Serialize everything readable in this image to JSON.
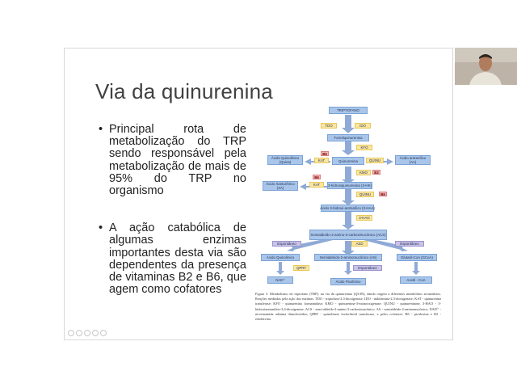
{
  "slide": {
    "title": "Via da quinurenina",
    "bullets": [
      "Principal rota de metabolização do TRP sendo responsável pela metabolização de mais de 95% do TRP no organismo",
      "A ação catabólica de algumas enzimas importantes desta via são dependentes da presença de vitaminas B2 e B6, que agem como cofatores"
    ],
    "bullet_symbol": "•"
  },
  "diagram": {
    "nodes": {
      "triptofano": "TRIPTOFANO",
      "tdo": "TDO",
      "ido": "IDO",
      "formilquinurenina": "Formilquinurenina",
      "kfo": "KFO",
      "acido_quinolinico_top": "Ácido Quinolínico (Quina)",
      "b6_a": "B6",
      "kat_a": "KAT",
      "quinurenina": "Quinurenina",
      "quinu_a": "QUINU",
      "acido_antranilico": "Ácido antranílico (AA)",
      "kmo": "KMO",
      "b2": "B2",
      "b6_b": "B6",
      "hidroxiquinurenina": "3-hidroxiquinurenina (3-HK)",
      "acido_xanturenico": "Ácido Xanturênico (XA)",
      "kat_b": "KAT",
      "quinu_b": "QUINU",
      "b6_c": "B6",
      "hidroxiantranilico": "Ácido 3-hidroxi-antranílico (3-HAA)",
      "haoo": "3-HAO",
      "semialdeido": "Semialdeído-2-amino-3-carboximucônico (ACS)",
      "espontaneo_a": "Espontâneo",
      "acmsd": "ASD",
      "espontaneo_b": "Espontâneo",
      "acido_quinolinico": "Ácido Quinolínico",
      "semialdeido_aminomuconico": "Semialdeído-2-aminomucônico (AS)",
      "glutaril": "Glutaril-CoA (GCoA)",
      "qprt": "QPRT",
      "espontaneo_c": "Espontâneo",
      "nad": "NAD⁺",
      "acido_picolinico": "Ácido Picolínico",
      "acetil": "Acetil - CoA"
    },
    "caption": "Figura 3. Metabolismo do triptofano (TRP): na via da quinurenina (QUIN), dando origem a diferentes metabólitos secundários. Reações mediadas pela ação das enzimas: TDO - triptofano-2,3-dioxigenase; IDO - indolamina-2,3-dioxigenase; KAT - quinurenina transferase; KFO - quinurenina formamidase; KMO - quinurenina-3-monooxigenase; QUINU - quinureninase; 3-HAO - 3-hidroxiantranilato-3,4-dioxigenase; ACS - semi-aldeído-2-amino-3-carboximucônico; AS - semialdeído-2-aminomucônico; NAD⁺ - nicotinamida adenina dinucleotídeo; QPRT - quinolinato fosforibosil transferase, e pelos cofatores: B6 - piridoxina e B2 - riboflavina."
  },
  "colors": {
    "enzyme": "#fbe6a0",
    "metabolite": "#a9c6ea",
    "cofactor": "#f2b7b7",
    "spontaneous": "#c9c3e6"
  },
  "player": {
    "controls": [
      "play-icon",
      "speaker-icon",
      "settings-icon",
      "share-icon",
      "more-icon"
    ]
  }
}
